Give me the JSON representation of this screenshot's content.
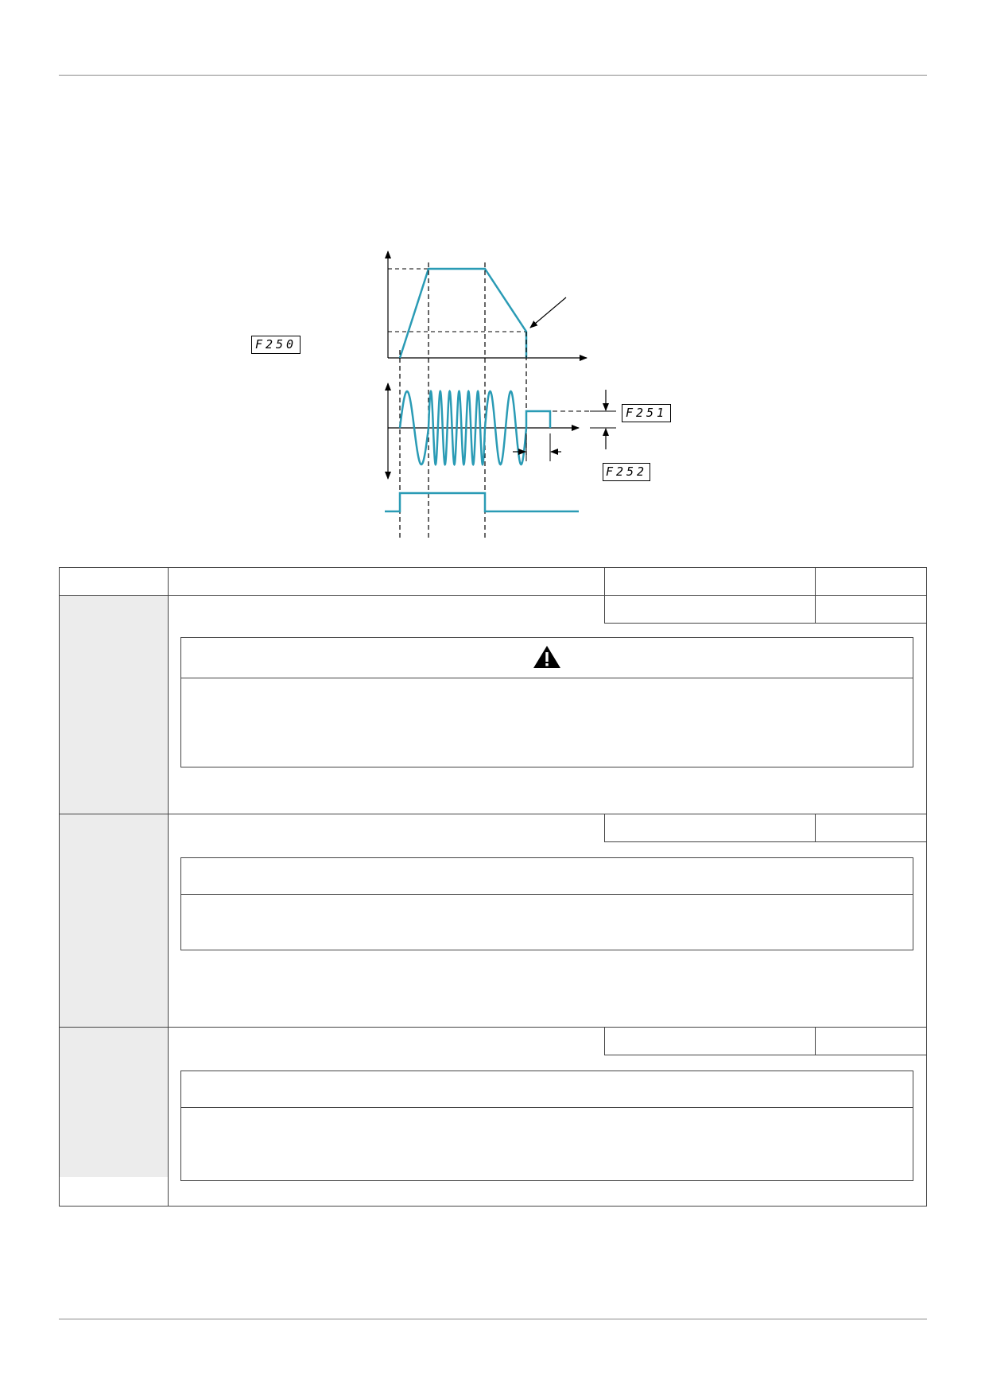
{
  "diagram": {
    "labels": {
      "f250": "F250",
      "f251": "F251",
      "f252": "F252"
    },
    "colors": {
      "trace": "#2a9bb5",
      "axis": "#000000"
    }
  },
  "table": {
    "sections": [
      {
        "name": "section-1",
        "has_warning_icon": true
      },
      {
        "name": "section-2",
        "has_warning_icon": false
      },
      {
        "name": "section-3",
        "has_warning_icon": false
      }
    ]
  },
  "icons": {
    "warning": "warning-triangle-icon"
  }
}
